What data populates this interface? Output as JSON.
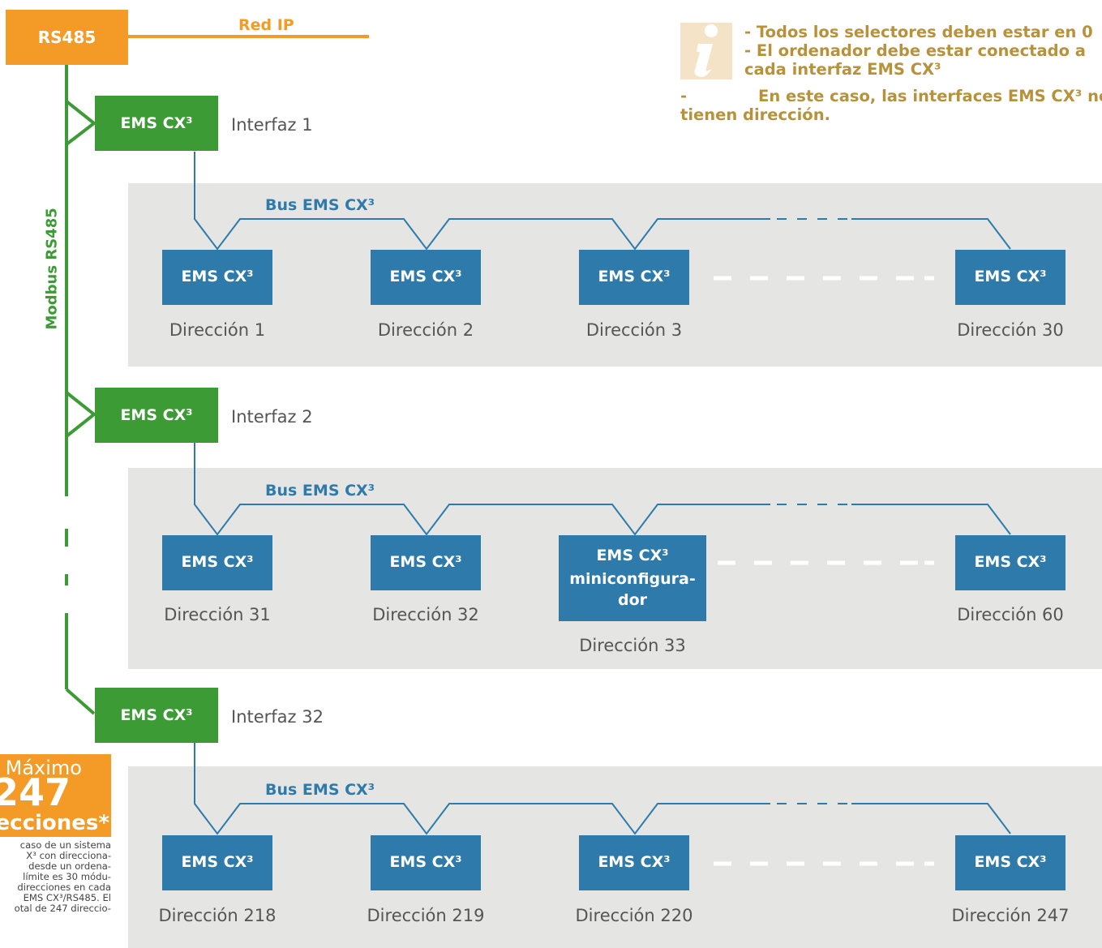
{
  "top": {
    "rs485_label": "RS485",
    "red_ip_label": "Red IP"
  },
  "info": {
    "icon": "info-icon",
    "line1": "- Todos los selectores deben estar en 0",
    "line2": "- El ordenador debe estar conectado a",
    "line3": "cada interfaz EMS CX³",
    "line4a": "-",
    "line4b": "En este caso, las interfaces EMS CX³ no",
    "line5": "tienen dirección."
  },
  "modbus_label": "Modbus RS485",
  "interfaces": [
    {
      "box": "EMS CX³",
      "label": "Interfaz 1"
    },
    {
      "box": "EMS CX³",
      "label": "Interfaz 2"
    },
    {
      "box": "EMS CX³",
      "label": "Interfaz 32"
    }
  ],
  "groups": [
    {
      "bus": "Bus EMS CX³",
      "modules": [
        {
          "box": "EMS CX³",
          "address": "Dirección 1"
        },
        {
          "box": "EMS CX³",
          "address": "Dirección 2"
        },
        {
          "box": "EMS CX³",
          "address": "Dirección 3"
        },
        {
          "box": "EMS CX³",
          "address": "Dirección 30"
        }
      ]
    },
    {
      "bus": "Bus EMS CX³",
      "modules": [
        {
          "box": "EMS CX³",
          "address": "Dirección 31"
        },
        {
          "box": "EMS CX³",
          "address": "Dirección 32"
        },
        {
          "box": "EMS CX³",
          "box_line2": "miniconfigura-",
          "box_line3": "dor",
          "address": "Dirección 33"
        },
        {
          "box": "EMS CX³",
          "address": "Dirección 60"
        }
      ]
    },
    {
      "bus": "Bus EMS CX³",
      "modules": [
        {
          "box": "EMS CX³",
          "address": "Dirección 218"
        },
        {
          "box": "EMS CX³",
          "address": "Dirección 219"
        },
        {
          "box": "EMS CX³",
          "address": "Dirección 220"
        },
        {
          "box": "EMS CX³",
          "address": "Dirección 247"
        }
      ]
    }
  ],
  "maximo": {
    "line1": "Máximo",
    "line2": "247",
    "line3": "ecciones*"
  },
  "footnote": {
    "lines": [
      "caso de un sistema",
      "X³ con direcciona-",
      "desde un ordena-",
      "límite es 30 módu-",
      "direcciones en cada",
      "EMS CX³/RS485. El",
      "otal de 247 direccio-"
    ]
  },
  "colors": {
    "orange": "#f39b26",
    "green": "#3c9b35",
    "blue": "#2e7bab",
    "panel": "#e5e5e3",
    "info_text": "#b8923a"
  }
}
